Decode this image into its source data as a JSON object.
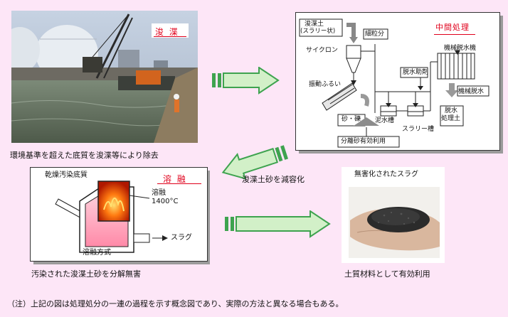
{
  "dredging": {
    "label": "浚 渫",
    "caption": "環境基準を超えた底質を浚渫等により除去"
  },
  "intermediate": {
    "title": "中間処理",
    "dredged_soil": "浚渫土",
    "slurry_state": "(スラリー状)",
    "fine_particles": "細粒分",
    "cyclone": "サイクロン",
    "vibrating_screen": "振動ふるい",
    "sand_gravel": "砂・礫",
    "mud_tank": "泥水槽",
    "slurry_tank": "スラリー槽",
    "dewatering_aid": "脱水助剤",
    "mechanical_dewatering_tower": "機械脱水機",
    "mechanical_dewatering": "機械脱水",
    "dewatered_soil_1": "脱水",
    "dewatered_soil_2": "処理土",
    "separated_sand_use": "分離砂有効利用"
  },
  "volume_reduction": {
    "caption": "浚渫土砂を減容化"
  },
  "melting": {
    "label": "溶 融",
    "dry_sediment": "乾燥汚染底質",
    "melt": "溶融",
    "temperature": "1400°C",
    "slag": "スラグ",
    "method": "溶融方式",
    "caption": "汚染された浚渫土砂を分解無害"
  },
  "slag_photo": {
    "label": "無害化されたスラグ",
    "caption": "土質材料として有効利用"
  },
  "note": "（注）上記の図は処理処分の一連の過程を示す概念図であり、実際の方法と異なる場合もある。"
}
